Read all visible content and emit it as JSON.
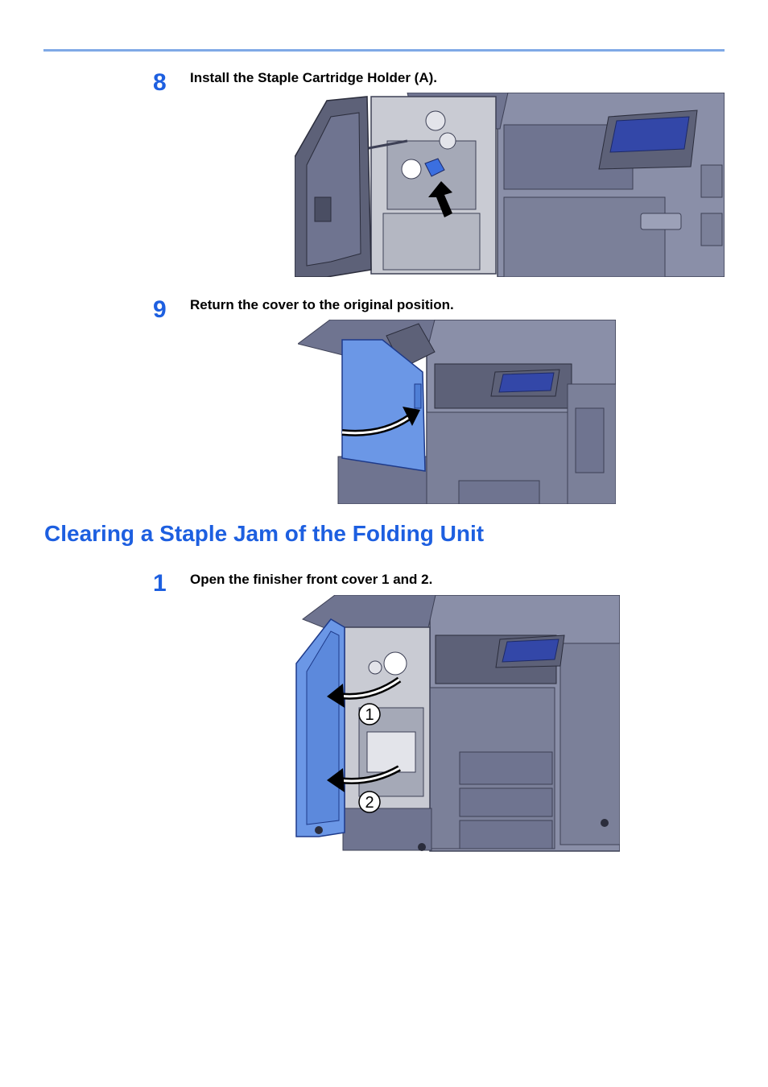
{
  "steps": [
    {
      "number": "8",
      "text": "Install the Staple Cartridge Holder (A)."
    },
    {
      "number": "9",
      "text": "Return the cover to the original position."
    }
  ],
  "section": {
    "title": "Clearing a Staple Jam of the Folding Unit",
    "steps": [
      {
        "number": "1",
        "text": "Open the finisher front cover 1 and 2."
      }
    ]
  },
  "figure3": {
    "callout_1": "1",
    "callout_2": "2"
  },
  "colors": {
    "accent": "#1d5fe0",
    "rule": "#7fa9e6",
    "machine_body": "#8a8fa8",
    "machine_dark": "#5d6178",
    "highlight_blue": "#6b97e6"
  },
  "icons": [
    "arrow-up-icon",
    "curved-arrow-icon",
    "callout-circle-icon"
  ]
}
